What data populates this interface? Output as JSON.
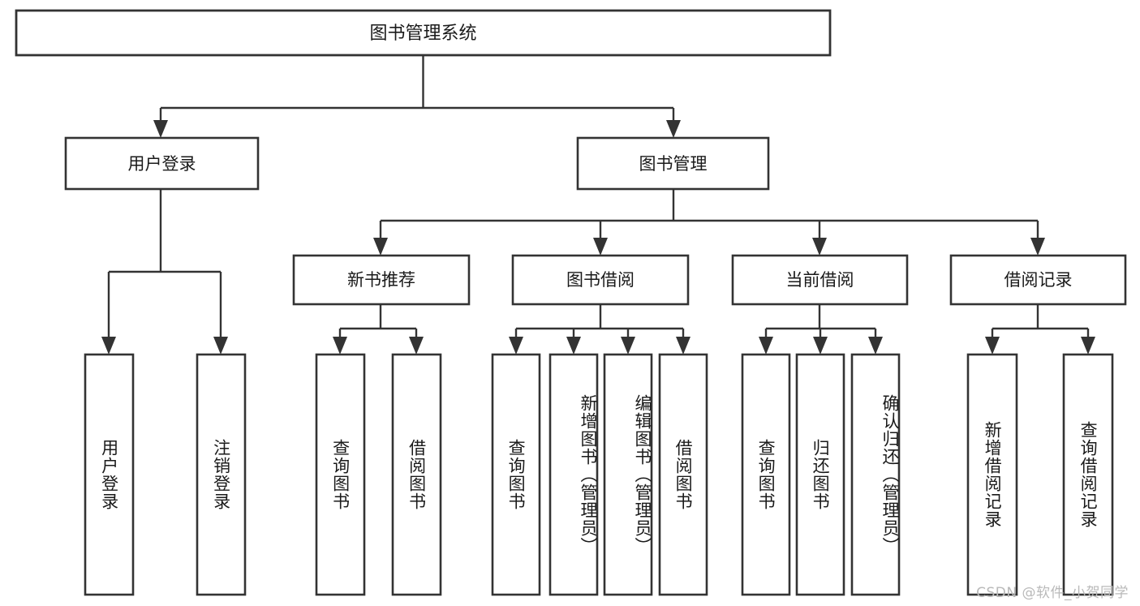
{
  "diagram": {
    "title": "图书管理系统",
    "type": "tree-hierarchy-chart",
    "root": {
      "id": "root",
      "label": "图书管理系统"
    },
    "level2": [
      {
        "id": "user-login",
        "label": "用户登录"
      },
      {
        "id": "book-manage",
        "label": "图书管理"
      }
    ],
    "level3": [
      {
        "id": "new-book-rec",
        "label": "新书推荐",
        "parent": "book-manage"
      },
      {
        "id": "book-borrow",
        "label": "图书借阅",
        "parent": "book-manage"
      },
      {
        "id": "current-borrow",
        "label": "当前借阅",
        "parent": "book-manage"
      },
      {
        "id": "borrow-record",
        "label": "借阅记录",
        "parent": "book-manage"
      }
    ],
    "leaves": [
      {
        "id": "leaf-user-login",
        "label": "用户登录",
        "parent": "user-login"
      },
      {
        "id": "leaf-logout-login",
        "label": "注销登录",
        "parent": "user-login"
      },
      {
        "id": "leaf-query-book-1",
        "label": "查询图书",
        "parent": "new-book-rec"
      },
      {
        "id": "leaf-borrow-book-1",
        "label": "借阅图书",
        "parent": "new-book-rec"
      },
      {
        "id": "leaf-query-book-2",
        "label": "查询图书",
        "parent": "book-borrow"
      },
      {
        "id": "leaf-add-book",
        "label": "新增图书（管理员）",
        "parent": "book-borrow"
      },
      {
        "id": "leaf-edit-book",
        "label": "编辑图书（管理员）",
        "parent": "book-borrow"
      },
      {
        "id": "leaf-borrow-book-2",
        "label": "借阅图书",
        "parent": "book-borrow"
      },
      {
        "id": "leaf-query-book-3",
        "label": "查询图书",
        "parent": "current-borrow"
      },
      {
        "id": "leaf-return-book",
        "label": "归还图书",
        "parent": "current-borrow"
      },
      {
        "id": "leaf-confirm-return",
        "label": "确认归还（管理员）",
        "parent": "current-borrow"
      },
      {
        "id": "leaf-add-record",
        "label": "新增借阅记录",
        "parent": "borrow-record"
      },
      {
        "id": "leaf-query-record",
        "label": "查询借阅记录",
        "parent": "borrow-record"
      }
    ],
    "colors": {
      "stroke": "#333333",
      "fill": "#ffffff",
      "text": "#1a1a1a",
      "background": "#ffffff",
      "watermark": "#b9b9b9"
    }
  },
  "watermark": {
    "text": "CSDN @软件_小贺同学"
  }
}
